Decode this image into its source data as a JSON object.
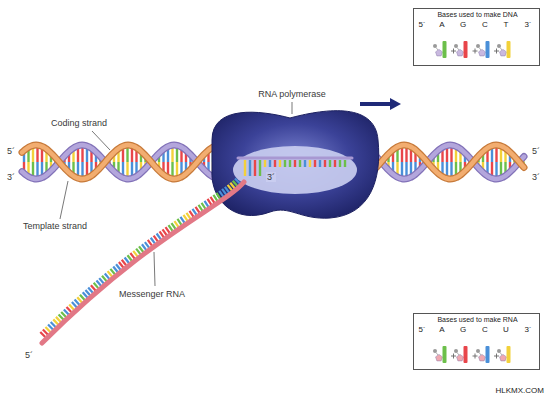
{
  "diagram": {
    "nodes": [
      {
        "text": [
          "Bases used to make DNA",
          "5´",
          "A",
          "G",
          "C",
          "T",
          "3´"
        ]
      },
      {
        "text": [
          "Bases used to make RNA",
          "5´",
          "A",
          "G",
          "C",
          "U",
          "3´"
        ]
      }
    ],
    "labels": [
      "5´",
      "3´",
      "Coding strand",
      "RNA polymerase",
      "Template strand",
      "5´",
      "3´",
      "3´",
      "Messenger RNA",
      "5´",
      "HLKMX.COM"
    ]
  }
}
